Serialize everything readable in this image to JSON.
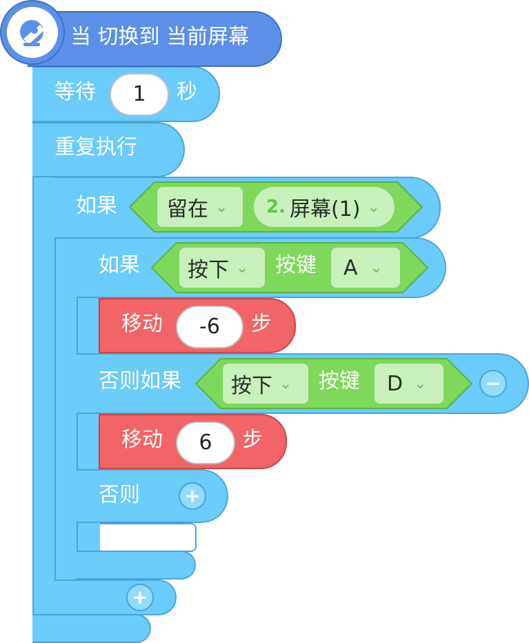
{
  "event": {
    "label": "当 切换到 当前屏幕"
  },
  "wait": {
    "prefix": "等待",
    "value": "1",
    "unit": "秒"
  },
  "repeat": {
    "label": "重复执行"
  },
  "if1": {
    "label": "如果",
    "dropdown_stay": "留在",
    "screen_index": "2.",
    "screen_name": "屏幕(1)"
  },
  "if2": {
    "label": "如果",
    "dropdown_press": "按下",
    "key_word": "按键",
    "key": "A"
  },
  "move1": {
    "label": "移动",
    "value": "-6",
    "unit": "步"
  },
  "elseif": {
    "label": "否则如果",
    "dropdown_press": "按下",
    "key_word": "按键",
    "key": "D",
    "remove_symbol": "−"
  },
  "move2": {
    "label": "移动",
    "value": "6",
    "unit": "步"
  },
  "else": {
    "label": "否则",
    "add_symbol": "+"
  },
  "add_branch": {
    "symbol": "+"
  },
  "colors": {
    "event": "#5b8fe8",
    "control": "#6bcbfb",
    "motion": "#f26466",
    "condition": "#7dd85b",
    "dropdown": "#c8f0bb"
  }
}
